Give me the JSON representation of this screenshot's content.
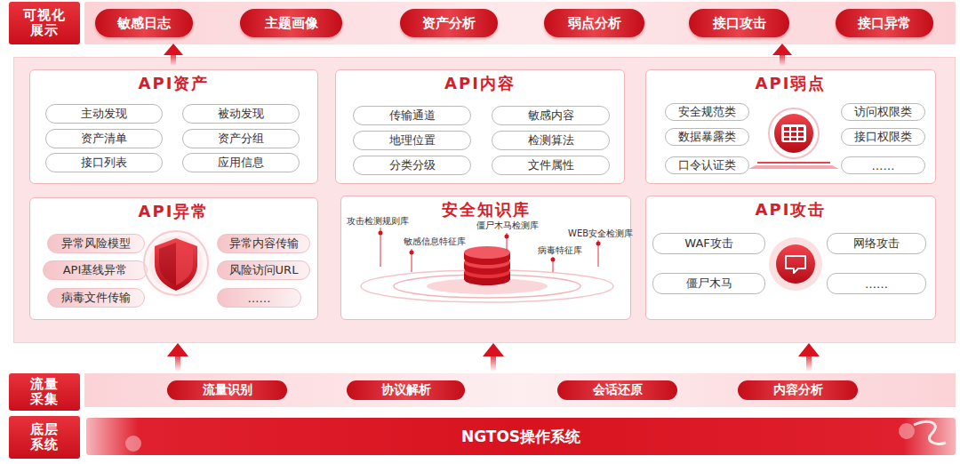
{
  "diagram": {
    "nodes": [
      {
        "text": [
          "可视化 展示"
        ]
      },
      {
        "text": [
          "敏感日志"
        ]
      },
      {
        "text": [
          "主题画像"
        ]
      },
      {
        "text": [
          "资产分析"
        ]
      },
      {
        "text": [
          "弱点分析"
        ]
      },
      {
        "text": [
          "接口攻击"
        ]
      },
      {
        "text": [
          "接口异常"
        ]
      },
      {
        "text": [
          "API资产"
        ]
      },
      {
        "text": [
          "主动发现"
        ],
        "in": 7
      },
      {
        "text": [
          "被动发现"
        ],
        "in": 7
      },
      {
        "text": [
          "资产清单"
        ],
        "in": 7
      },
      {
        "text": [
          "资产分组"
        ],
        "in": 7
      },
      {
        "text": [
          "接口列表"
        ],
        "in": 7
      },
      {
        "text": [
          "应用信息"
        ],
        "in": 7
      },
      {
        "text": [
          "API内容"
        ]
      },
      {
        "text": [
          "传输通道"
        ],
        "in": 14
      },
      {
        "text": [
          "敏感内容"
        ],
        "in": 14
      },
      {
        "text": [
          "地理位置"
        ],
        "in": 14
      },
      {
        "text": [
          "检测算法"
        ],
        "in": 14
      },
      {
        "text": [
          "分类分级"
        ],
        "in": 14
      },
      {
        "text": [
          "文件属性"
        ],
        "in": 14
      },
      {
        "text": [
          "API弱点"
        ]
      },
      {
        "text": [
          "安全规范类"
        ],
        "in": 21
      },
      {
        "text": [
          "访问权限类"
        ],
        "in": 21
      },
      {
        "text": [
          "数据暴露类"
        ],
        "in": 21
      },
      {
        "text": [
          "接口权限类"
        ],
        "in": 21
      },
      {
        "text": [
          "口令认证类"
        ],
        "in": 21
      },
      {
        "text": [
          "……"
        ],
        "in": 21
      },
      {
        "text": [
          "API异常"
        ]
      },
      {
        "text": [
          "异常风险模型"
        ],
        "in": 28
      },
      {
        "text": [
          "异常内容传输"
        ],
        "in": 28
      },
      {
        "text": [
          "API基线异常"
        ],
        "in": 28
      },
      {
        "text": [
          "风险访问URL"
        ],
        "in": 28
      },
      {
        "text": [
          "病毒文件传输"
        ],
        "in": 28
      },
      {
        "text": [
          "……"
        ],
        "in": 28
      },
      {
        "text": [
          "安全知识库",
          "攻击检测规则库",
          "僵尸木马检测库",
          "WEB安全检测库",
          "敏感信息特征库",
          "病毒特征库"
        ]
      },
      {
        "text": [
          "API攻击"
        ]
      },
      {
        "text": [
          "WAF攻击"
        ],
        "in": 36
      },
      {
        "text": [
          "网络攻击"
        ],
        "in": 36
      },
      {
        "text": [
          "僵尸木马"
        ],
        "in": 36
      },
      {
        "text": [
          "……"
        ],
        "in": 36
      },
      {
        "text": [
          "流量 采集"
        ]
      },
      {
        "text": [
          "流量识别"
        ]
      },
      {
        "text": [
          "协议解析"
        ]
      },
      {
        "text": [
          "会话还原"
        ]
      },
      {
        "text": [
          "内容分析"
        ]
      },
      {
        "text": [
          "底层 系统"
        ]
      },
      {
        "text": [
          "NGTOS操作系统"
        ]
      }
    ]
  }
}
